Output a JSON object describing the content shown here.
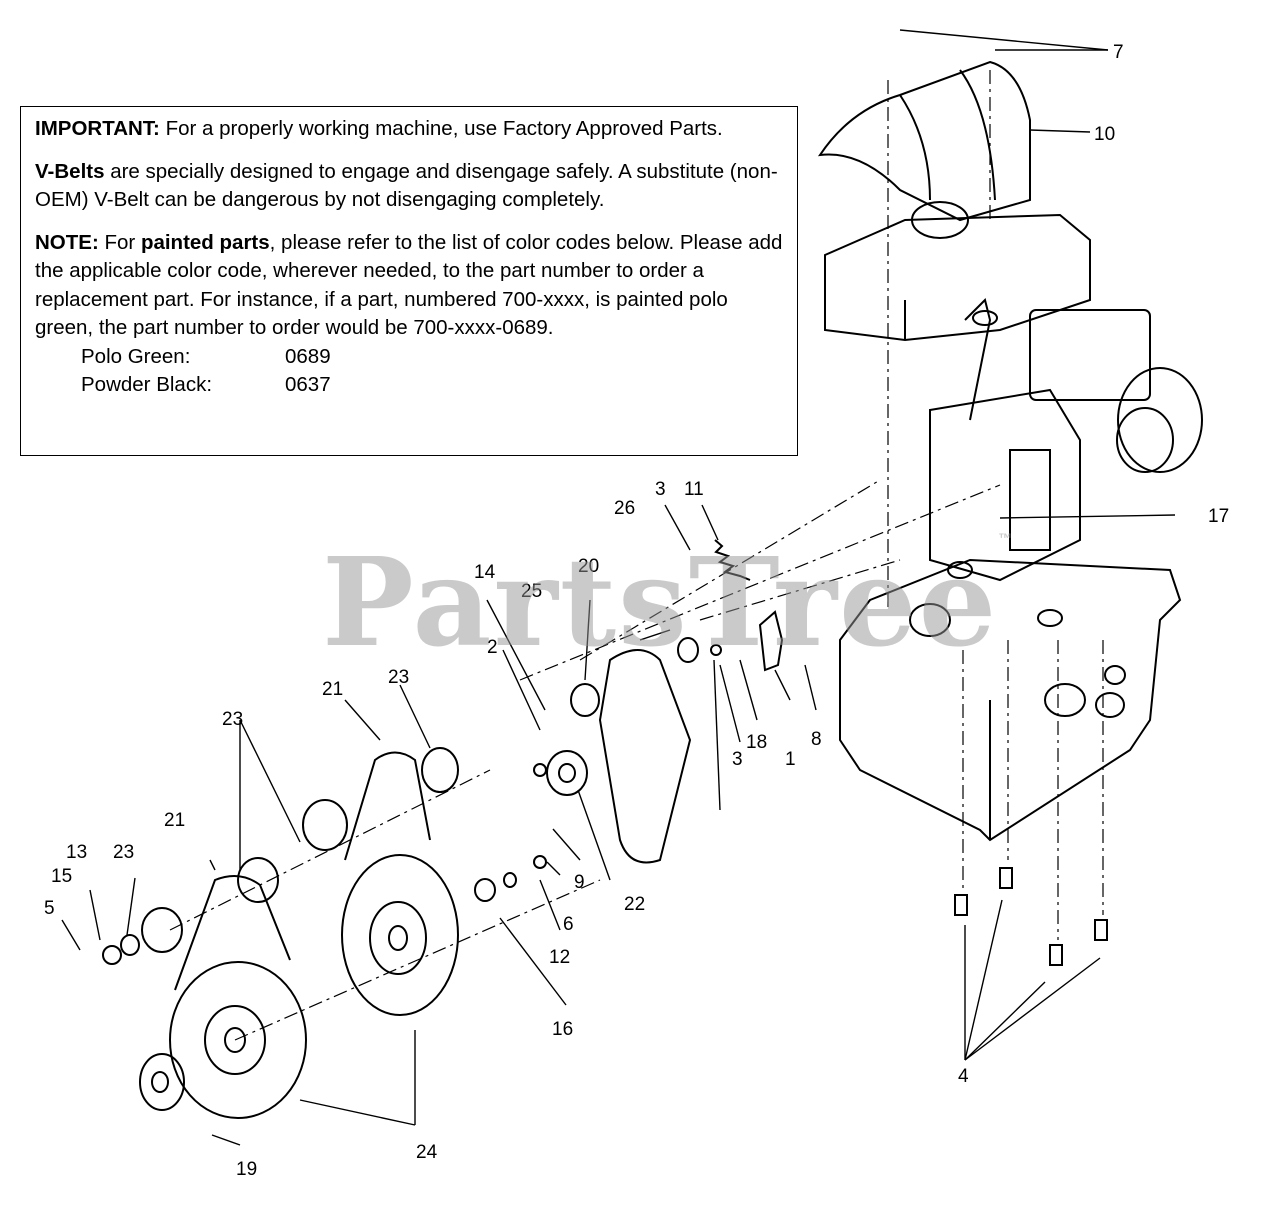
{
  "notes": {
    "important_label": "IMPORTANT:",
    "important_text": " For a properly working machine, use Factory Approved Parts.",
    "vbelts_label": "V-Belts",
    "vbelts_text": " are specially designed to engage and disengage safely. A substitute (non-OEM) V-Belt can be dangerous by not disengaging completely.",
    "note_label": "NOTE:",
    "note_text_1": " For ",
    "note_painted": "painted parts",
    "note_text_2": ", please refer to the list of color codes below. Please add the applicable color code, wherever needed, to the part number to order a replacement part. For instance, if a part, numbered 700-xxxx, is painted polo green,  the part number to order would be 700-xxxx-0689.",
    "color_codes": [
      {
        "name": "Polo Green:",
        "code": "0689"
      },
      {
        "name": "Powder Black:",
        "code": "0637"
      }
    ]
  },
  "watermark": "PartsTree",
  "watermark_tm": "™",
  "callouts": [
    "7",
    "10",
    "17",
    "11",
    "3",
    "26",
    "20",
    "14",
    "25",
    "2",
    "21",
    "23",
    "18",
    "3",
    "1",
    "8",
    "23",
    "21",
    "9",
    "22",
    "13",
    "23",
    "15",
    "5",
    "6",
    "12",
    "16",
    "24",
    "19",
    "4"
  ]
}
